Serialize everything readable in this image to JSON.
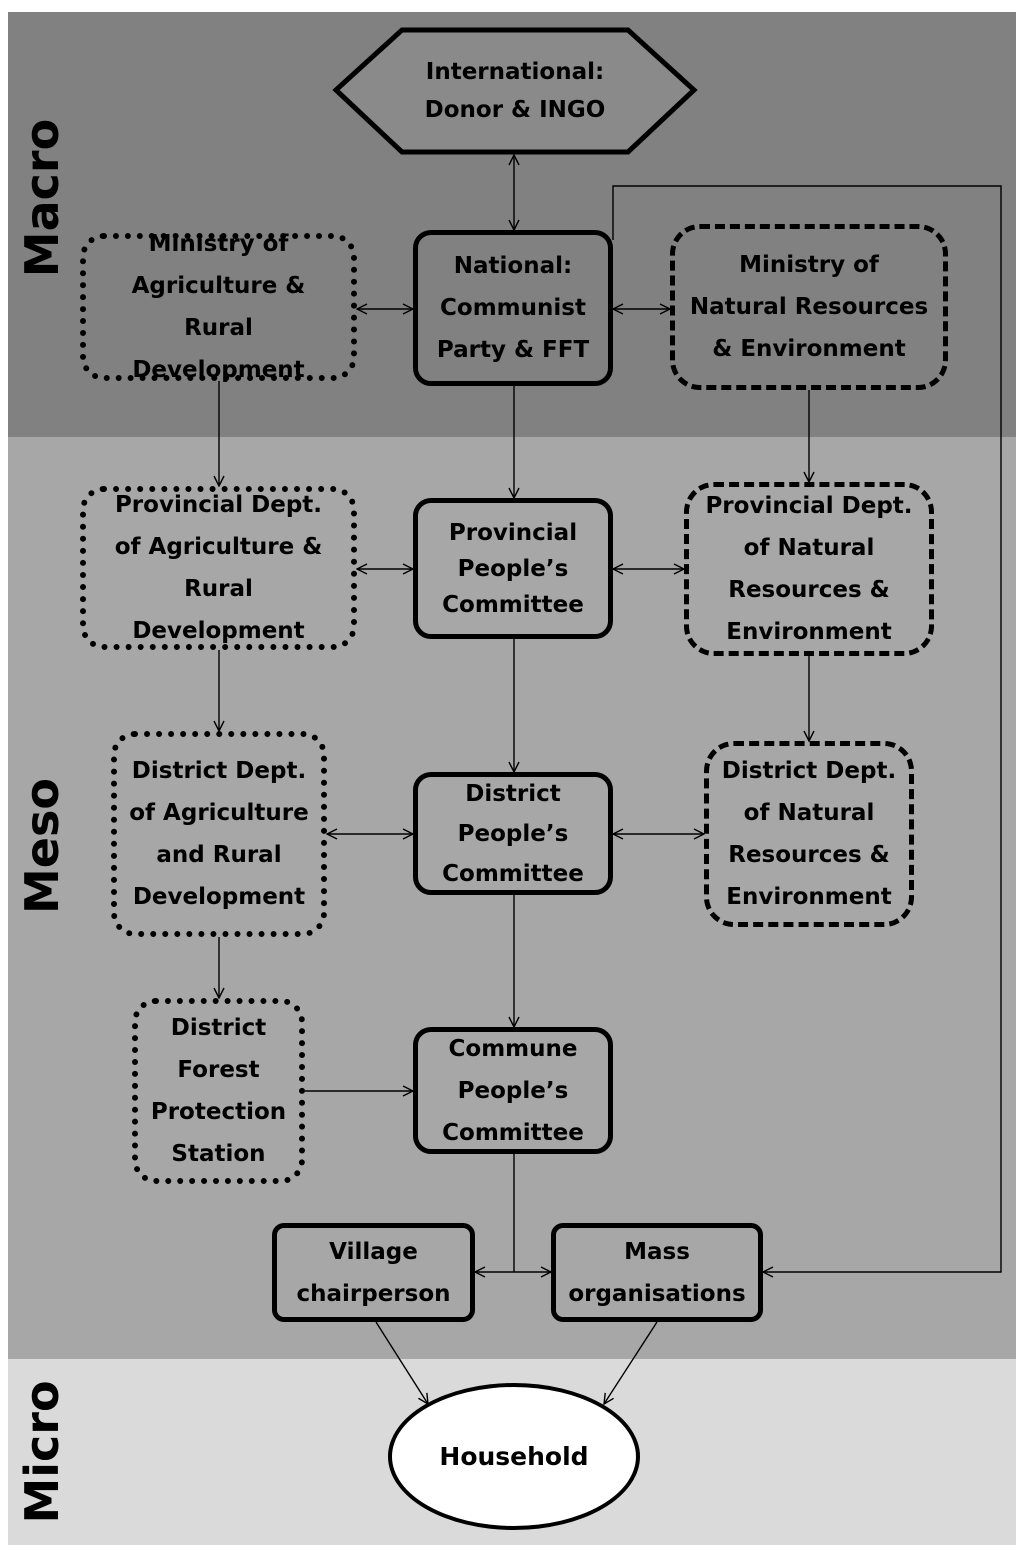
{
  "bands": {
    "macro": "Macro",
    "meso": "Meso",
    "micro": "Micro"
  },
  "nodes": {
    "international": "International: Donor & INGO",
    "mard": "Ministry of Agriculture & Rural Development",
    "national": "National: Communist Party & FFT",
    "monre": "Ministry of Natural Resources & Environment",
    "prov_dard": "Provincial Dept. of Agriculture & Rural Development",
    "prov_ppc": "Provincial People’s Committee",
    "prov_donre": "Provincial Dept. of Natural Resources & Environment",
    "dist_dard": "District Dept. of Agriculture and Rural Development",
    "dist_ppc": "District People’s Committee",
    "dist_donre": "District Dept. of Natural Resources & Environment",
    "forest_station": "District Forest Protection Station",
    "commune_ppc": "Commune People’s Committee",
    "village": "Village chairperson",
    "mass_org": "Mass organisations",
    "household": "Household"
  },
  "edges": [
    {
      "from": "international",
      "to": "national",
      "direction": "both"
    },
    {
      "from": "mard",
      "to": "national",
      "direction": "both"
    },
    {
      "from": "national",
      "to": "monre",
      "direction": "both"
    },
    {
      "from": "mard",
      "to": "prov_dard",
      "direction": "forward"
    },
    {
      "from": "national",
      "to": "prov_ppc",
      "direction": "forward"
    },
    {
      "from": "monre",
      "to": "prov_donre",
      "direction": "forward"
    },
    {
      "from": "prov_dard",
      "to": "prov_ppc",
      "direction": "both"
    },
    {
      "from": "prov_ppc",
      "to": "prov_donre",
      "direction": "both"
    },
    {
      "from": "prov_dard",
      "to": "dist_dard",
      "direction": "forward"
    },
    {
      "from": "prov_ppc",
      "to": "dist_ppc",
      "direction": "forward"
    },
    {
      "from": "prov_donre",
      "to": "dist_donre",
      "direction": "forward"
    },
    {
      "from": "dist_dard",
      "to": "dist_ppc",
      "direction": "both"
    },
    {
      "from": "dist_ppc",
      "to": "dist_donre",
      "direction": "both"
    },
    {
      "from": "dist_dard",
      "to": "forest_station",
      "direction": "forward"
    },
    {
      "from": "dist_ppc",
      "to": "commune_ppc",
      "direction": "forward"
    },
    {
      "from": "forest_station",
      "to": "commune_ppc",
      "direction": "forward"
    },
    {
      "from": "commune_ppc",
      "to": "village",
      "direction": "forward"
    },
    {
      "from": "commune_ppc",
      "to": "mass_org",
      "direction": "forward"
    },
    {
      "from": "national",
      "to": "mass_org",
      "direction": "forward"
    },
    {
      "from": "village",
      "to": "household",
      "direction": "forward"
    },
    {
      "from": "mass_org",
      "to": "household",
      "direction": "forward"
    }
  ]
}
